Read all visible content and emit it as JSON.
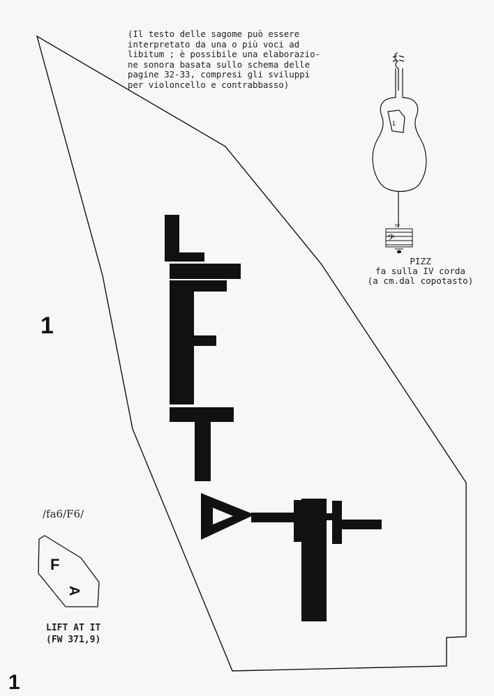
{
  "note": {
    "lines": [
      "(Il testo delle sagome può essere",
      "interpretato da una o più voci ad",
      "libitum ; è possibile una elaborazio-",
      "ne sonora basata sullo schema delle",
      "pagine 32-33, compresi gli sviluppi",
      "per violoncello e contrabbasso)"
    ]
  },
  "cello": {
    "marker": "1",
    "string_label": "IV",
    "instruction": [
      "PIZZ",
      "fa sulla IV corda",
      "(a  cm.dal copotasto)"
    ]
  },
  "main_shape": {
    "letters": [
      "L",
      "I",
      "F",
      "T",
      "A",
      "T",
      "I",
      "T"
    ]
  },
  "small_shape": {
    "letters": [
      "F",
      "A"
    ],
    "code": "/fa6/F6/",
    "caption": [
      "LIFT AT IT",
      "(FW 371,9)"
    ]
  },
  "page_marks": [
    "1",
    "1"
  ],
  "colors": {
    "ink": "#111111",
    "paper": "#f7f7f5"
  }
}
